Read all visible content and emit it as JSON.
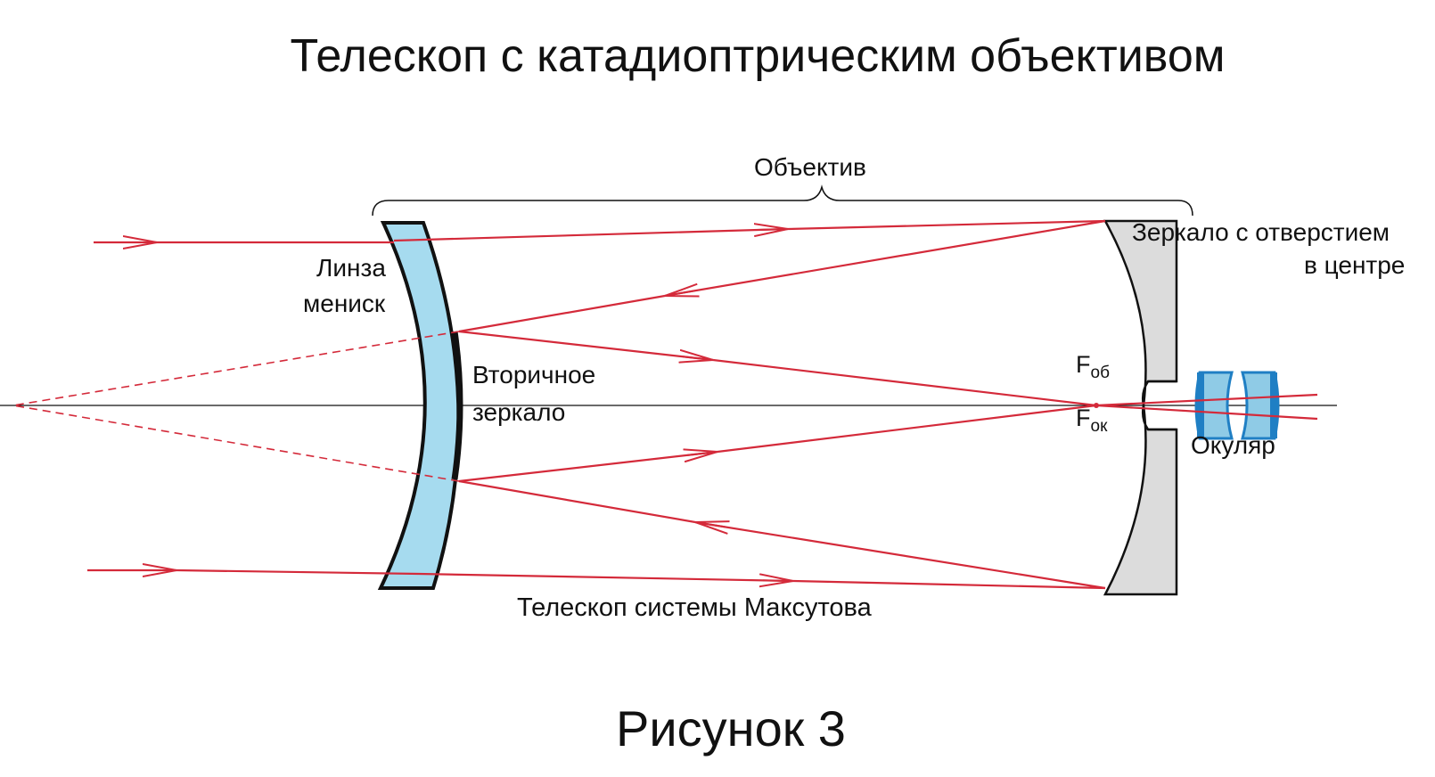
{
  "title": "Телескоп с катадиоптрическим объективом",
  "objective_label": "Объектив",
  "lens": {
    "line1": "Линза",
    "line2": "мениск"
  },
  "secondary_mirror": {
    "line1": "Вторичное",
    "line2": "зеркало"
  },
  "primary_mirror": {
    "line1": "Зеркало с отверстием",
    "line2": "в центре"
  },
  "focus_objective": {
    "letter": "F",
    "subscript": "об"
  },
  "focus_eyepiece": {
    "letter": "F",
    "subscript": "ок"
  },
  "eyepiece_label": "Окуляр",
  "caption": "Телескоп системы Максутова",
  "figure_number": "Рисунок 3",
  "colors": {
    "ray": "#d42a3a",
    "lens_glass": "#a6dbef",
    "mirror_body": "#dcdcdc",
    "eyepiece_glass": "#8fcbe6",
    "eyepiece_edge": "#1f7fc4",
    "outline": "#111111"
  }
}
